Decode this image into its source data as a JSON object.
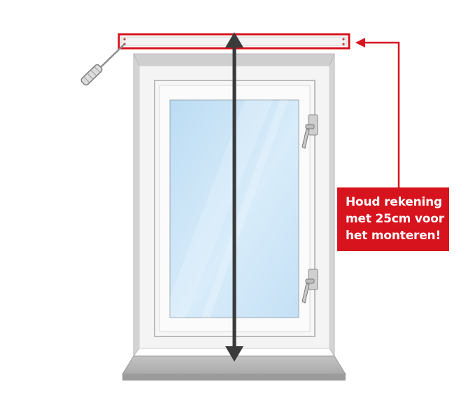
{
  "callout": {
    "lines": [
      "Houd rekening",
      "met 25cm voor",
      "het monteren!"
    ]
  },
  "colors": {
    "accent_red": "#d7141e",
    "arrow_dark": "#3a3a3a",
    "glass": "#cfe6f7",
    "frame": "#ededed",
    "sill": "#b3b3b3"
  },
  "icons": {
    "tool": "screwdriver-icon",
    "handle": "window-handle-icon"
  }
}
